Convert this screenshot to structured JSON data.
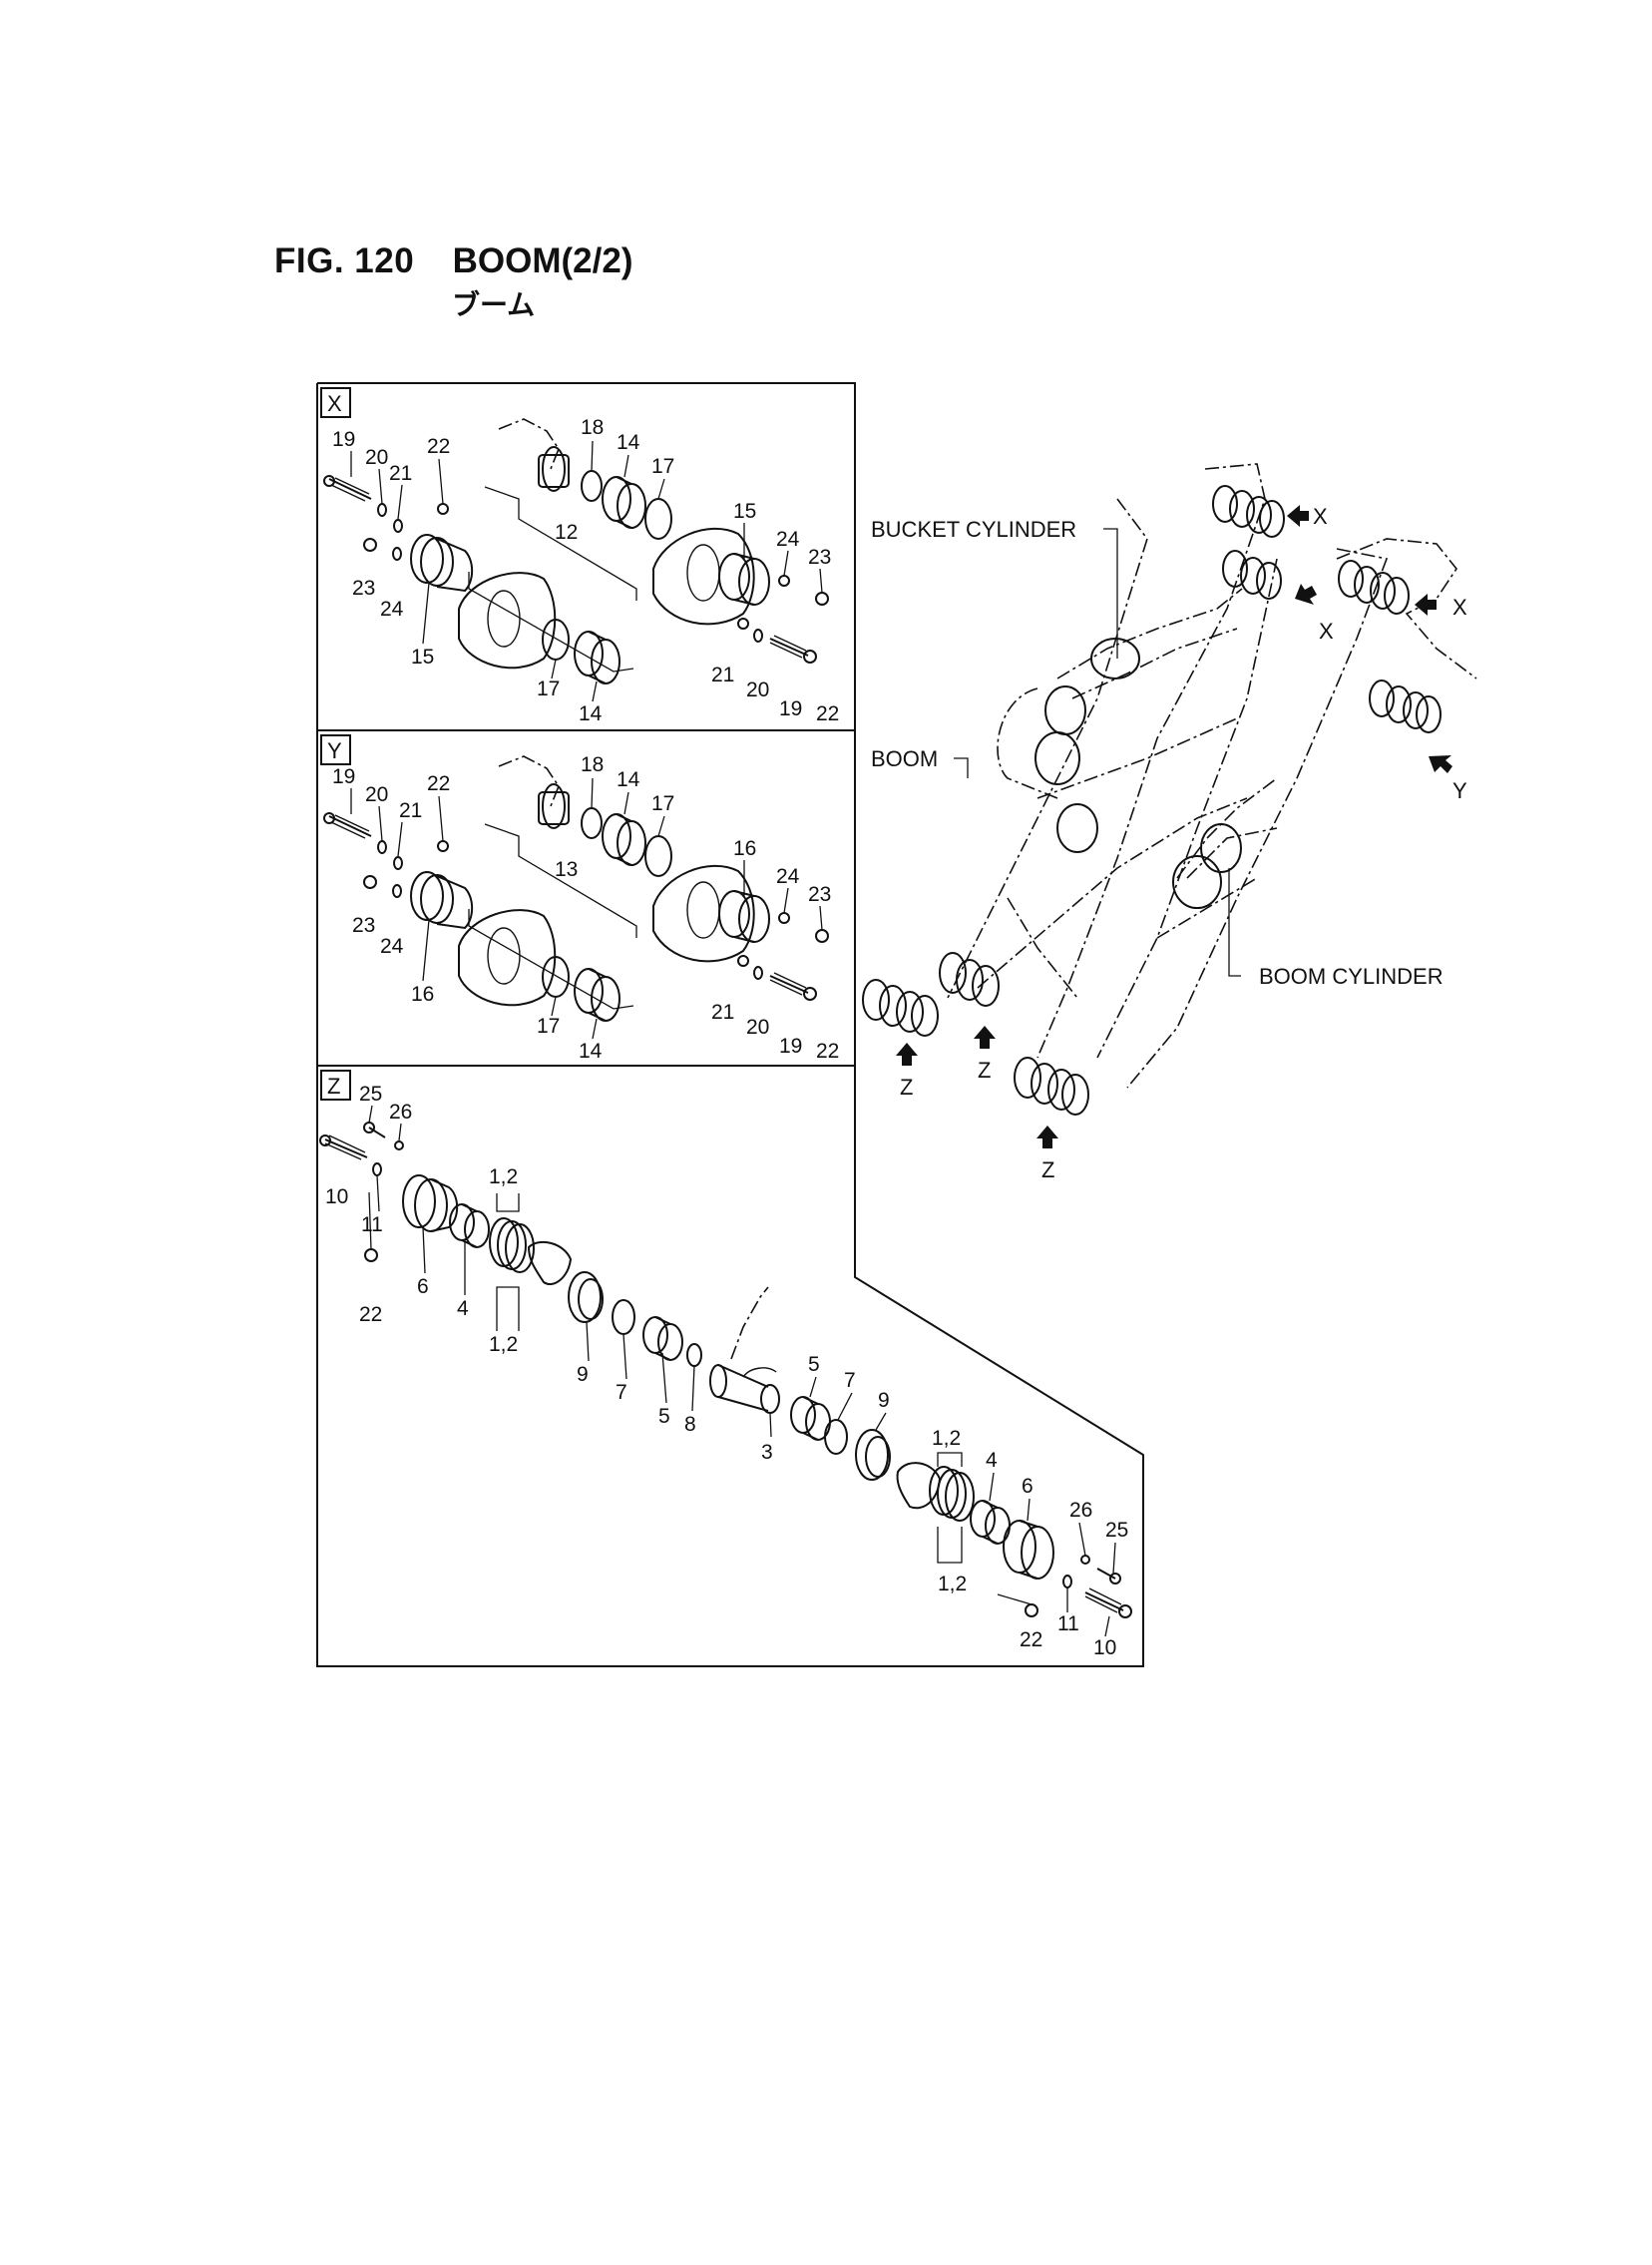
{
  "figure": {
    "number": "FIG. 120",
    "name": "BOOM(2/2)",
    "subtitle": "ブーム"
  },
  "sections": [
    {
      "key": "X",
      "label": "X"
    },
    {
      "key": "Y",
      "label": "Y"
    },
    {
      "key": "Z",
      "label": "Z"
    }
  ],
  "callouts": {
    "bucket_cylinder": "BUCKET CYLINDER",
    "boom": "BOOM",
    "boom_cylinder": "BOOM CYLINDER"
  },
  "arrow_letters": [
    "X",
    "X",
    "X",
    "Y",
    "Z",
    "Z",
    "Z"
  ],
  "part_numbers": {
    "x": [
      "19",
      "20",
      "21",
      "22",
      "18",
      "14",
      "17",
      "12",
      "15",
      "23",
      "24",
      "15",
      "24",
      "23",
      "17",
      "14",
      "21",
      "20",
      "19",
      "22"
    ],
    "y": [
      "19",
      "20",
      "21",
      "22",
      "18",
      "14",
      "17",
      "13",
      "16",
      "23",
      "24",
      "16",
      "24",
      "23",
      "17",
      "14",
      "21",
      "20",
      "19",
      "22"
    ],
    "z": [
      "25",
      "26",
      "10",
      "11",
      "22",
      "6",
      "4",
      "1,2",
      "1,2",
      "9",
      "7",
      "5",
      "8",
      "5",
      "3",
      "7",
      "9",
      "1,2",
      "4",
      "6",
      "26",
      "25",
      "1,2",
      "11",
      "22",
      "10"
    ]
  }
}
